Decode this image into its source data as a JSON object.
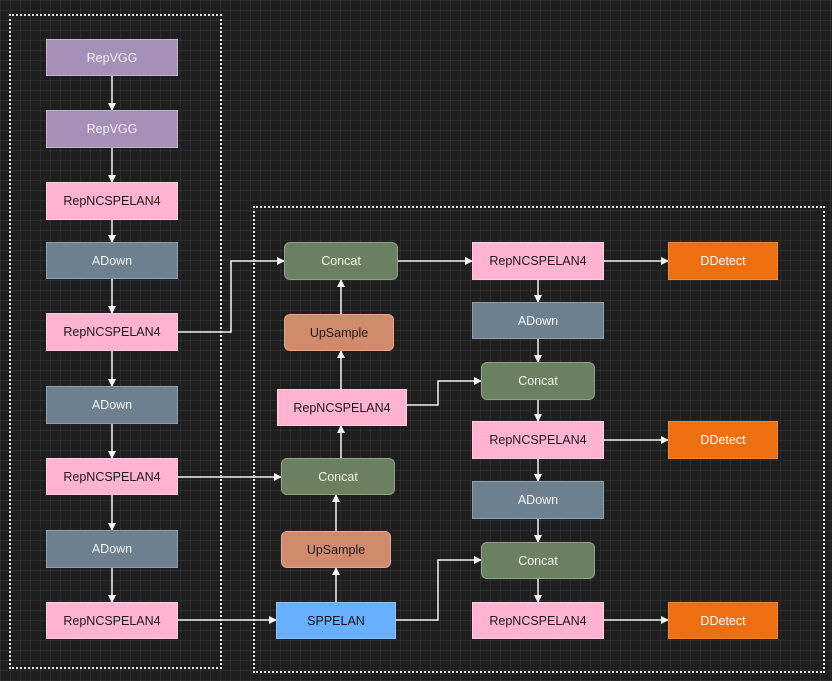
{
  "colors": {
    "background": "#1e1e1e",
    "grid": "rgba(255,255,255,0.05)",
    "wire": "#f2f2f2",
    "dotted_frame": "#e6e6e6",
    "repvgg": "#a690b8",
    "repncspelan4": "#ffb3d0",
    "adown": "#6d8090",
    "concat": "#6b8060",
    "upsample": "#d18b6c",
    "sppelan": "#66b0ff",
    "ddetect": "#ee6f10"
  },
  "nodes": [
    {
      "id": "b1",
      "label": "RepVGG",
      "type": "repvgg"
    },
    {
      "id": "b2",
      "label": "RepVGG",
      "type": "repvgg"
    },
    {
      "id": "b3",
      "label": "RepNCSPELAN4",
      "type": "rep"
    },
    {
      "id": "b4",
      "label": "ADown",
      "type": "adown"
    },
    {
      "id": "b5",
      "label": "RepNCSPELAN4",
      "type": "rep"
    },
    {
      "id": "b6",
      "label": "ADown",
      "type": "adown"
    },
    {
      "id": "b7",
      "label": "RepNCSPELAN4",
      "type": "rep"
    },
    {
      "id": "b8",
      "label": "ADown",
      "type": "adown"
    },
    {
      "id": "b9",
      "label": "RepNCSPELAN4",
      "type": "rep"
    },
    {
      "id": "sp",
      "label": "SPPELAN",
      "type": "sppelan"
    },
    {
      "id": "up1",
      "label": "UpSample",
      "type": "upsample"
    },
    {
      "id": "c1",
      "label": "Concat",
      "type": "concat"
    },
    {
      "id": "m1",
      "label": "RepNCSPELAN4",
      "type": "rep"
    },
    {
      "id": "up2",
      "label": "UpSample",
      "type": "upsample"
    },
    {
      "id": "c2",
      "label": "Concat",
      "type": "concat"
    },
    {
      "id": "r1",
      "label": "RepNCSPELAN4",
      "type": "rep"
    },
    {
      "id": "d1",
      "label": "ADown",
      "type": "adown"
    },
    {
      "id": "c3",
      "label": "Concat",
      "type": "concat"
    },
    {
      "id": "r2",
      "label": "RepNCSPELAN4",
      "type": "rep"
    },
    {
      "id": "d2",
      "label": "ADown",
      "type": "adown"
    },
    {
      "id": "c4",
      "label": "Concat",
      "type": "concat"
    },
    {
      "id": "r3",
      "label": "RepNCSPELAN4",
      "type": "rep"
    },
    {
      "id": "o1",
      "label": "DDetect",
      "type": "ddetect"
    },
    {
      "id": "o2",
      "label": "DDetect",
      "type": "ddetect"
    },
    {
      "id": "o3",
      "label": "DDetect",
      "type": "ddetect"
    }
  ],
  "edges": [
    {
      "from": "b1",
      "to": "b2"
    },
    {
      "from": "b2",
      "to": "b3"
    },
    {
      "from": "b3",
      "to": "b4"
    },
    {
      "from": "b4",
      "to": "b5"
    },
    {
      "from": "b5",
      "to": "b6"
    },
    {
      "from": "b6",
      "to": "b7"
    },
    {
      "from": "b7",
      "to": "b8"
    },
    {
      "from": "b8",
      "to": "b9"
    },
    {
      "from": "b9",
      "to": "sp"
    },
    {
      "from": "sp",
      "to": "up1"
    },
    {
      "from": "up1",
      "to": "c1"
    },
    {
      "from": "b7",
      "to": "c1"
    },
    {
      "from": "c1",
      "to": "m1"
    },
    {
      "from": "m1",
      "to": "up2"
    },
    {
      "from": "up2",
      "to": "c2"
    },
    {
      "from": "b5",
      "to": "c2"
    },
    {
      "from": "c2",
      "to": "r1"
    },
    {
      "from": "r1",
      "to": "o1"
    },
    {
      "from": "r1",
      "to": "d1"
    },
    {
      "from": "d1",
      "to": "c3"
    },
    {
      "from": "m1",
      "to": "c3"
    },
    {
      "from": "c3",
      "to": "r2"
    },
    {
      "from": "r2",
      "to": "o2"
    },
    {
      "from": "r2",
      "to": "d2"
    },
    {
      "from": "d2",
      "to": "c4"
    },
    {
      "from": "sp",
      "to": "c4"
    },
    {
      "from": "c4",
      "to": "r3"
    },
    {
      "from": "r3",
      "to": "o3"
    }
  ]
}
